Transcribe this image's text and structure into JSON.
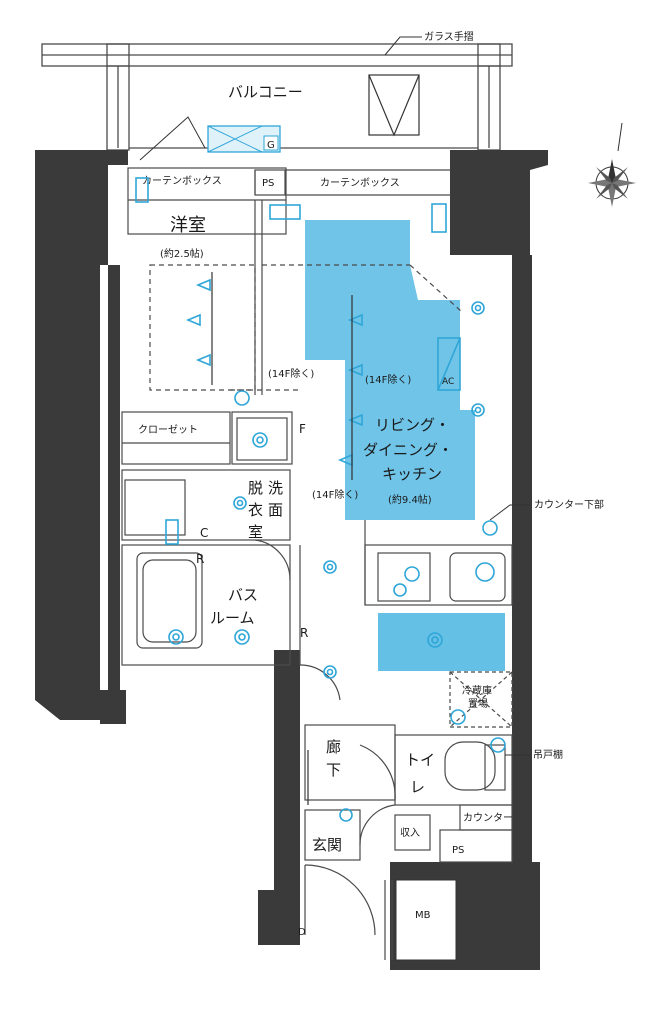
{
  "labels": {
    "glass_railing": "ガラス手摺",
    "balcony": "バルコニー",
    "curtain_box_1": "カーテンボックス",
    "curtain_box_2": "カーテンボックス",
    "ps_top": "PS",
    "western_room": "洋室",
    "western_room_size": "(約2.5帖)",
    "note_14f_1": "(14F除く)",
    "note_14f_2": "(14F除く)",
    "note_14f_3": "(14F除く)",
    "closet": "クローゼット",
    "ldk_line1": "リビング・",
    "ldk_line2": "ダイニング・",
    "ldk_line3": "キッチン",
    "ldk_size": "(約9.4帖)",
    "counter_under": "カウンター下部",
    "dressing_1": "脱",
    "dressing_2": "洗",
    "dressing_3": "衣",
    "dressing_4": "面",
    "dressing_5": "室",
    "bath_1": "バス",
    "bath_2": "ルーム",
    "fridge_1": "冷蔵庫",
    "fridge_2": "置場",
    "corridor_1": "廊",
    "corridor_2": "下",
    "toilet_1": "トイ",
    "toilet_2": "レ",
    "hanging_cabinet": "吊戸棚",
    "counter": "カウンター",
    "storage": "収入",
    "entrance": "玄関",
    "ps_bottom": "PS",
    "mb": "MB",
    "mark_g": "G",
    "mark_f": "F",
    "mark_c": "C",
    "mark_r1": "R",
    "mark_r2": "R",
    "mark_ac": "AC",
    "mark_d": "D"
  },
  "colors": {
    "wall": "#3a3a3a",
    "line": "#4a4a4a",
    "ldk_highlight": "#3fb0e0",
    "fixture_blue": "#2fa6d8"
  },
  "icons": {
    "compass": "compass-rose-icon"
  }
}
